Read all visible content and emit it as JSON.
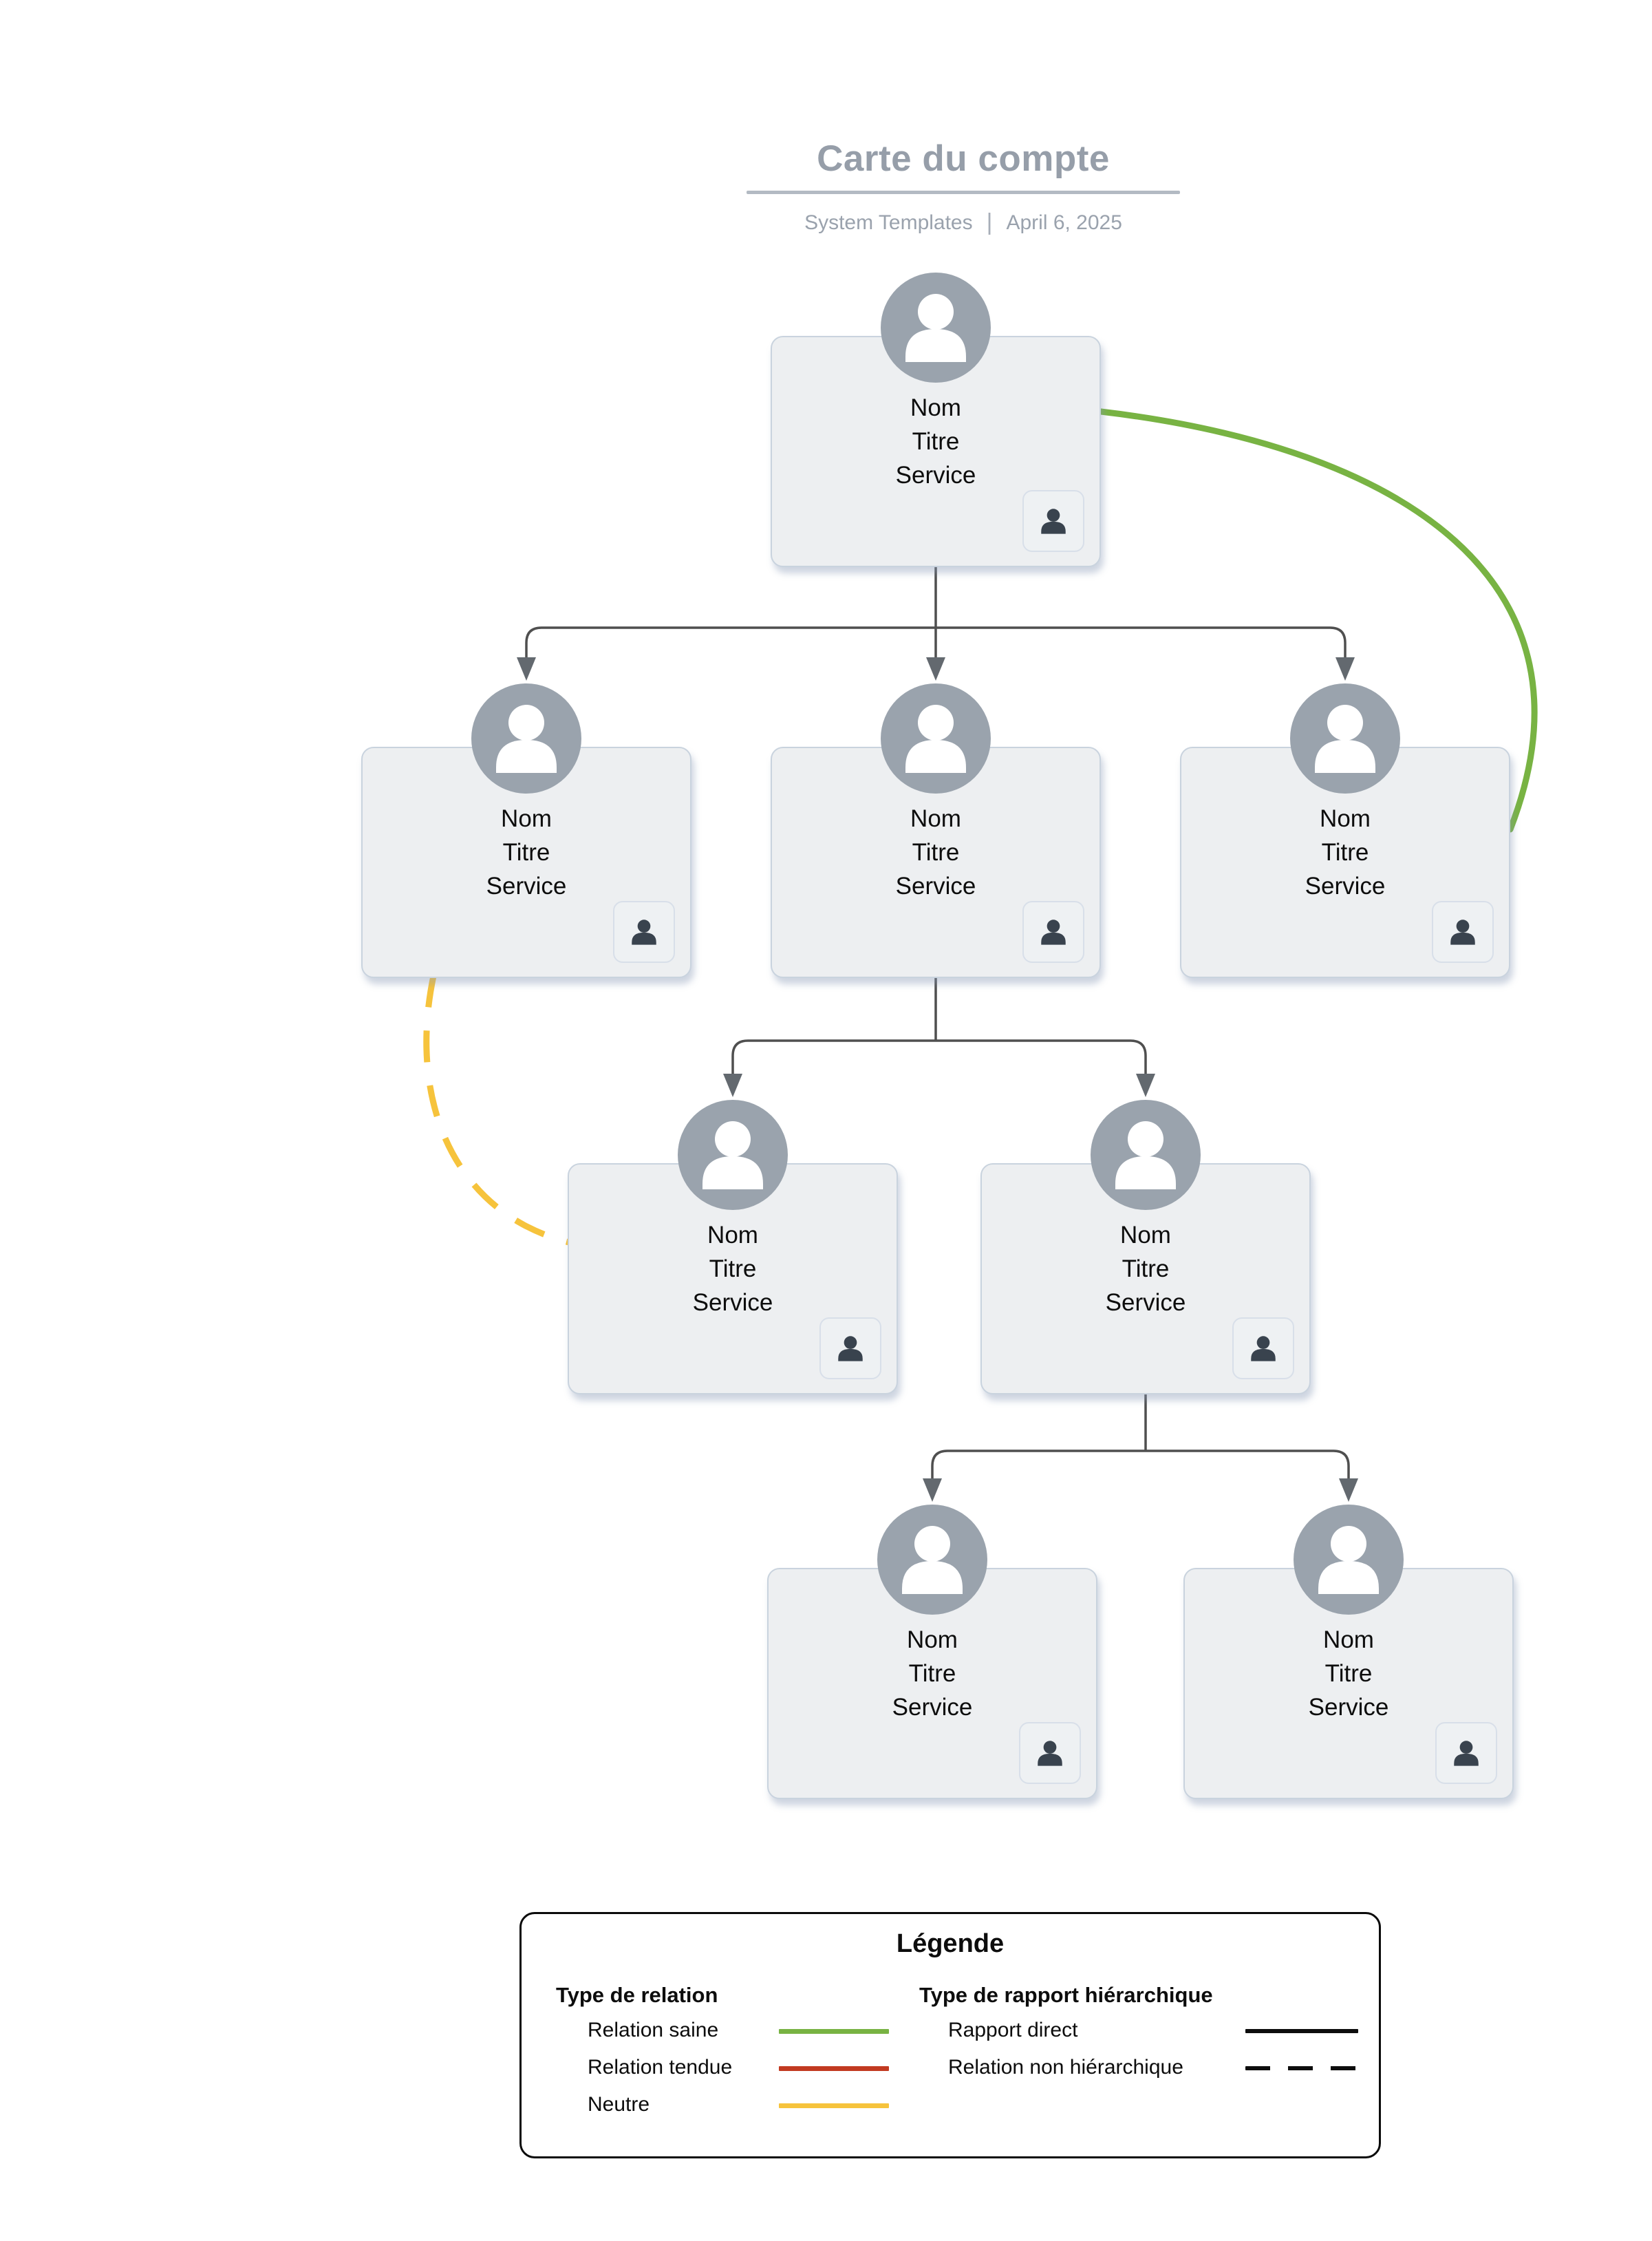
{
  "header": {
    "title": "Carte du compte",
    "byline": "System Templates",
    "divider": "|",
    "date": "April 6, 2025"
  },
  "nodes": [
    {
      "id": "root",
      "name": "Nom",
      "title": "Titre",
      "service": "Service"
    },
    {
      "id": "l2-left",
      "name": "Nom",
      "title": "Titre",
      "service": "Service"
    },
    {
      "id": "l2-mid",
      "name": "Nom",
      "title": "Titre",
      "service": "Service"
    },
    {
      "id": "l2-right",
      "name": "Nom",
      "title": "Titre",
      "service": "Service"
    },
    {
      "id": "l3-left",
      "name": "Nom",
      "title": "Titre",
      "service": "Service"
    },
    {
      "id": "l3-right",
      "name": "Nom",
      "title": "Titre",
      "service": "Service"
    },
    {
      "id": "l4-left",
      "name": "Nom",
      "title": "Titre",
      "service": "Service"
    },
    {
      "id": "l4-right",
      "name": "Nom",
      "title": "Titre",
      "service": "Service"
    }
  ],
  "edges": {
    "direct_reports": [
      {
        "from": "root",
        "to": "l2-left"
      },
      {
        "from": "root",
        "to": "l2-mid"
      },
      {
        "from": "root",
        "to": "l2-right"
      },
      {
        "from": "l2-mid",
        "to": "l3-left"
      },
      {
        "from": "l2-mid",
        "to": "l3-right"
      },
      {
        "from": "l3-right",
        "to": "l4-left"
      },
      {
        "from": "l3-right",
        "to": "l4-right"
      }
    ],
    "relations": [
      {
        "from": "root",
        "to": "l2-right",
        "type": "Relation saine",
        "color": "#78b343",
        "style": "solid"
      },
      {
        "from": "l2-left",
        "to": "l3-left",
        "type": "Neutre",
        "color": "#f6c33c",
        "style": "dashed"
      }
    ]
  },
  "legend": {
    "title": "Légende",
    "relation_heading": "Type de relation",
    "relations": [
      {
        "label": "Relation saine",
        "color": "#78b343",
        "style": "solid"
      },
      {
        "label": "Relation tendue",
        "color": "#c23a21",
        "style": "solid"
      },
      {
        "label": "Neutre",
        "color": "#f6c33c",
        "style": "solid"
      }
    ],
    "hierarchy_heading": "Type de rapport hiérarchique",
    "hierarchies": [
      {
        "label": "Rapport direct",
        "color": "#0d0d0d",
        "style": "solid"
      },
      {
        "label": "Relation non hiérarchique",
        "color": "#0d0d0d",
        "style": "dashed"
      }
    ]
  },
  "colors": {
    "card_background": "#edeff1",
    "card_border": "#c9d3de",
    "avatar_gray": "#9aa3ad",
    "badge_icon": "#39434e",
    "connector": "#4f4f4f",
    "arrowhead": "#63696f",
    "healthy_green": "#78b343",
    "strained_red": "#c23a21",
    "neutral_yellow": "#f6c33c",
    "title_gray": "#969ea9"
  }
}
